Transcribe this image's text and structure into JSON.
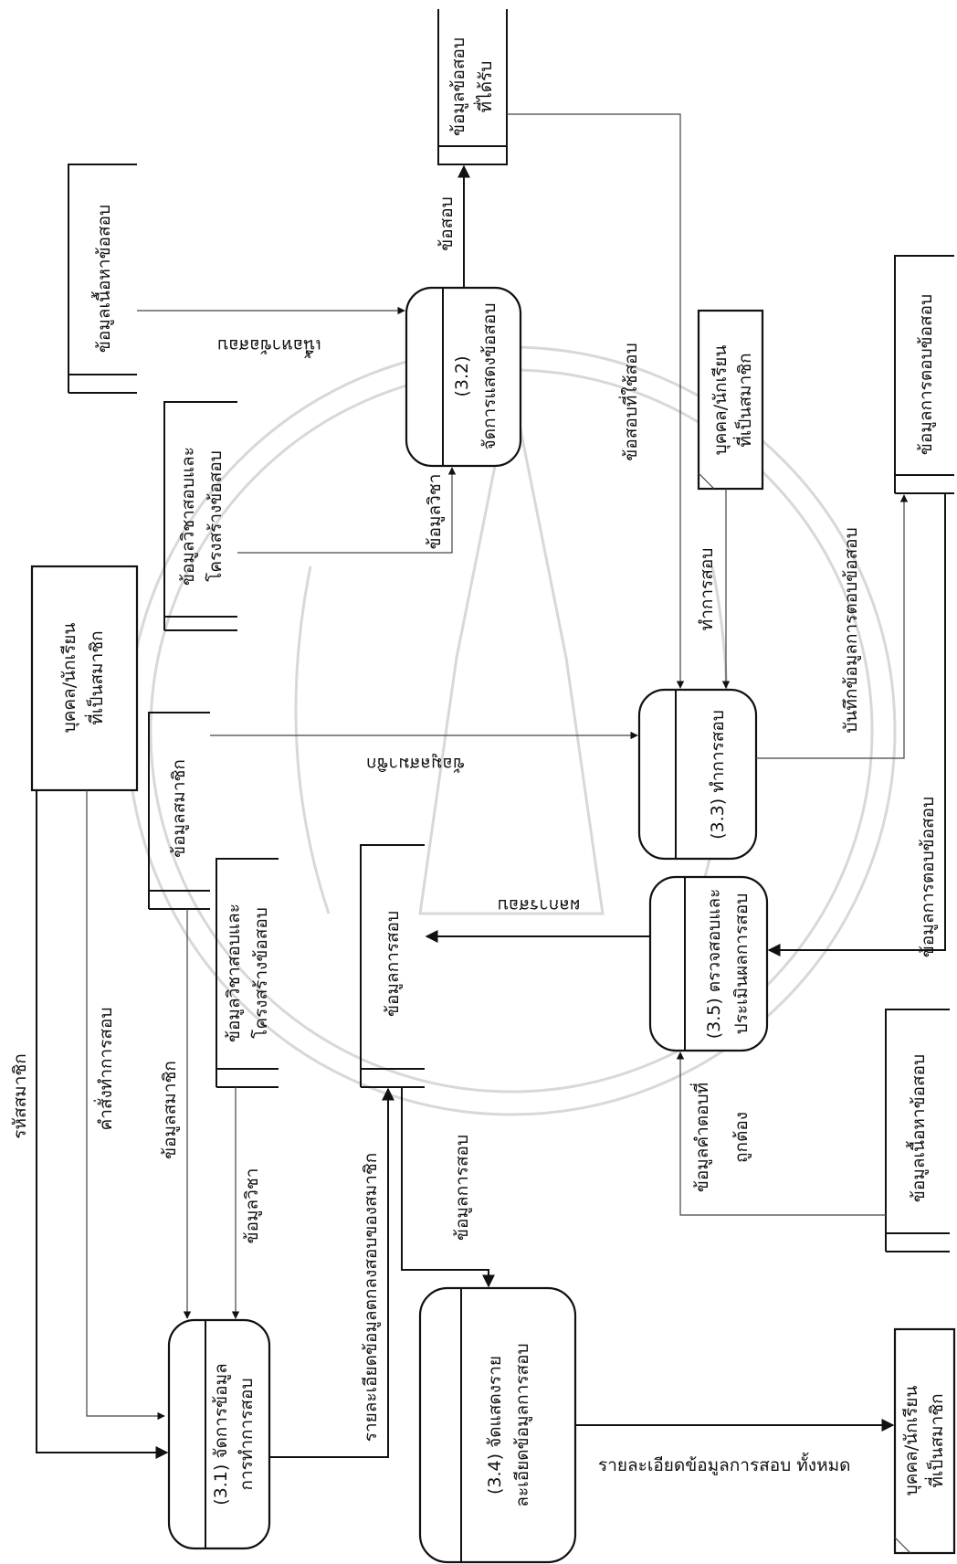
{
  "processes": {
    "p31": {
      "line1": "(3.1) จัดการข้อมูล",
      "line2": "การทำการสอบ"
    },
    "p32": {
      "line1": "(3.2)",
      "line2": "จัดการแสดงข้อสอบ"
    },
    "p33": {
      "line1": "(3.3) ทำการสอบ"
    },
    "p34": {
      "line1": "(3.4) จัดแสดงราย",
      "line2": "ละเอียดข้อมูลการสอบ"
    },
    "p35": {
      "line1": "(3.5) ตรวจสอบและ",
      "line2": "ประเมินผลการสอบ"
    }
  },
  "stores": {
    "content_top": "ข้อมูลเนื้อหาข้อสอบ",
    "received": {
      "line1": "ข้อมูลข้อสอบ",
      "line2": "ที่ได้รับ"
    },
    "subject_top": {
      "line1": "ข้อมูลวิชาสอบและ",
      "line2": "โครงสร้างข้อสอบ"
    },
    "member": "ข้อมูลสมาชิก",
    "subject_mid": {
      "line1": "ข้อมูลวิชาสอบและ",
      "line2": "โครงสร้างข้อสอบ"
    },
    "exam": "ข้อมูลการสอบ",
    "answer": "ข้อมูลการตอบข้อสอบ",
    "content_bottom": "ข้อมูลเนื้อหาข้อสอบ"
  },
  "entities": {
    "user_top": {
      "line1": "บุคคล/นักเรียน",
      "line2": "ที่เป็นสมาชิก"
    },
    "user_mid": {
      "line1": "บุคคล/นักเรียน",
      "line2": "ที่เป็นสมาชิก"
    },
    "user_bottom": {
      "line1": "บุคคล/นักเรียน",
      "line2": "ที่เป็นสมาชิก"
    }
  },
  "flows": {
    "member_code": "รหัสสมาชิก",
    "exam_command": "คำสั่งทำการสอบ",
    "member_info": "ข้อมูลสมาชิก",
    "subject_info": "ข้อมูลวิชา",
    "exam_reg_detail": "รายละเอียดข้อมูลตกลงสอบของสมาชิก",
    "exam_info": "ข้อมูลการสอบ",
    "all_exam_detail": "รายละเอียดข้อมูลการสอบ ทั้งหมด",
    "content_flow": "เนื้อหาข้อสอบ",
    "subject_flow": "ข้อมูลวิชา",
    "questions": "ข้อสอบ",
    "used_questions": "ข้อสอบที่ใช้สอบ",
    "member_flow": "ข้อมูลสมาชิก",
    "take_exam": "ทำการสอบ",
    "record_answers": "บันทึกข้อมูลการตอบข้อสอบ",
    "answer_flow": "ข้อมูลการตอบข้อสอบ",
    "correct_answer": {
      "line1": "ข้อมูลคำตอบที่",
      "line2": "ถูกต้อง"
    },
    "exam_result": "ผลการสอบ"
  }
}
